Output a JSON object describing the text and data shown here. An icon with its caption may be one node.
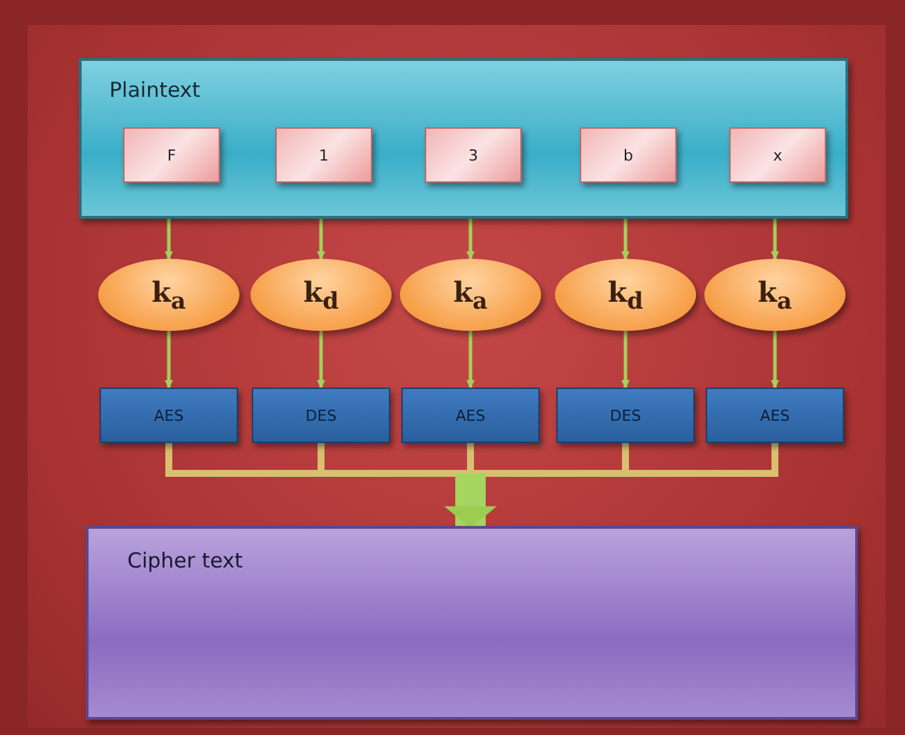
{
  "diagram": {
    "nodes": [
      {
        "text": [
          "Plaintext"
        ]
      },
      {
        "text": [
          "F"
        ],
        "in": 0
      },
      {
        "text": [
          "1"
        ],
        "in": 0
      },
      {
        "text": [
          "3"
        ],
        "in": 0
      },
      {
        "text": [
          "b"
        ],
        "in": 0
      },
      {
        "text": [
          "x"
        ],
        "in": 0
      },
      {
        "text": [
          "k$_{a}$"
        ]
      },
      {
        "text": [
          "k$_{d}$"
        ]
      },
      {
        "text": [
          "k$_{a}$"
        ]
      },
      {
        "text": [
          "k$_{d}$"
        ]
      },
      {
        "text": [
          "k$_{a}$"
        ]
      },
      {
        "text": [
          "AES"
        ]
      },
      {
        "text": [
          "DES"
        ]
      },
      {
        "text": [
          "AES"
        ]
      },
      {
        "text": [
          "DES"
        ]
      },
      {
        "text": [
          "AES"
        ]
      },
      {
        "text": [
          "Cipher text"
        ]
      }
    ],
    "edges": [
      {
        "from": 1,
        "to": 6,
        "arrow": "to"
      },
      {
        "from": 2,
        "to": 7,
        "arrow": "to"
      },
      {
        "from": 3,
        "to": 8,
        "arrow": "to"
      },
      {
        "from": 4,
        "to": 9,
        "arrow": "to"
      },
      {
        "from": 5,
        "to": 10,
        "arrow": "to"
      },
      {
        "from": 6,
        "to": 11,
        "arrow": "to"
      },
      {
        "from": 7,
        "to": 12,
        "arrow": "to"
      },
      {
        "from": 8,
        "to": 13,
        "arrow": "to"
      },
      {
        "from": 9,
        "to": 14,
        "arrow": "to"
      },
      {
        "from": 10,
        "to": 15,
        "arrow": "to"
      },
      {
        "from": 11,
        "to": 16,
        "arrow": "to",
        "style": "thick"
      },
      {
        "from": 12,
        "to": 16,
        "arrow": "to",
        "style": "thick"
      },
      {
        "from": 13,
        "to": 16,
        "arrow": "to",
        "style": "thick"
      },
      {
        "from": 14,
        "to": 16,
        "arrow": "to",
        "style": "thick"
      },
      {
        "from": 15,
        "to": 16,
        "arrow": "to",
        "style": "thick"
      }
    ]
  }
}
